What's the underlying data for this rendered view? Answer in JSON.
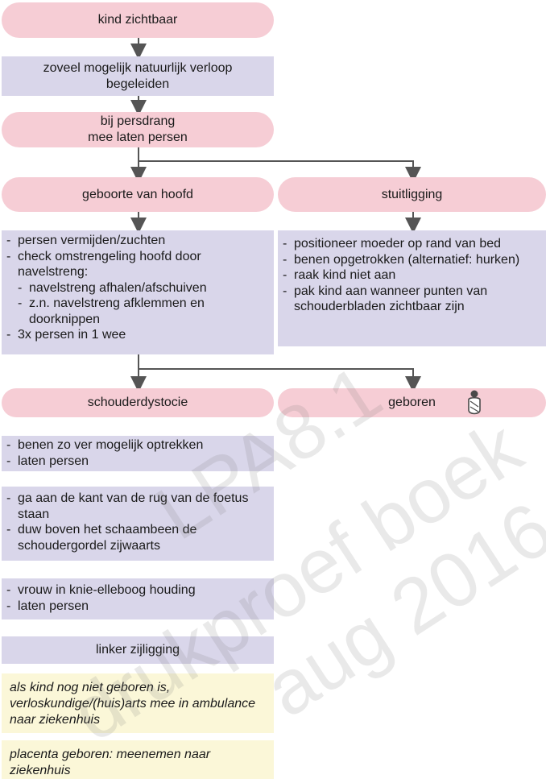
{
  "nodes": {
    "start": "kind zichtbaar",
    "natural": [
      "zoveel mogelijk natuurlijk verloop",
      "begeleiden"
    ],
    "push": [
      "bij persdrang",
      "mee laten persen"
    ],
    "head_birth": "geboorte van hoofd",
    "breech": "stuitligging",
    "head_steps": {
      "items": [
        "persen vermijden/zuchten",
        "check omstrengeling hoofd door navelstreng:"
      ],
      "sub_items": [
        "navelstreng afhalen/afschuiven",
        "z.n. navelstreng afklemmen en doorknippen"
      ],
      "last": "3x persen in 1 wee"
    },
    "breech_steps": [
      "positioneer moeder op rand van bed",
      "benen opgetrokken (alternatief: hurken)",
      "raak kind niet aan",
      "pak kind aan wanneer punten van schouderbladen zichtbaar zijn"
    ],
    "shoulder_dystocia": "schouderdystocie",
    "born": "geboren",
    "dystocia_step1": [
      "benen zo ver mogelijk optrekken",
      "laten persen"
    ],
    "dystocia_step2": [
      "ga aan de kant van de rug van de foetus staan",
      "duw boven het schaambeen de schoudergordel zijwaarts"
    ],
    "dystocia_step3": [
      "vrouw in knie-elleboog houding",
      "laten persen"
    ],
    "dystocia_step4": "linker zijligging",
    "note1": "als kind nog niet geboren is, verloskundige/(huis)arts mee in ambulance naar ziekenhuis",
    "note2": "placenta geboren: meenemen naar ziekenhuis"
  },
  "watermark": {
    "line1": "LPA8.1",
    "line2": "drukproef boek",
    "line3": "aug 2016"
  },
  "colors": {
    "pill": "#f6cdd5",
    "step": "#d9d6ea",
    "note": "#fbf7d8",
    "arrow": "#555555"
  },
  "icons": {
    "born": "baby-icon"
  }
}
